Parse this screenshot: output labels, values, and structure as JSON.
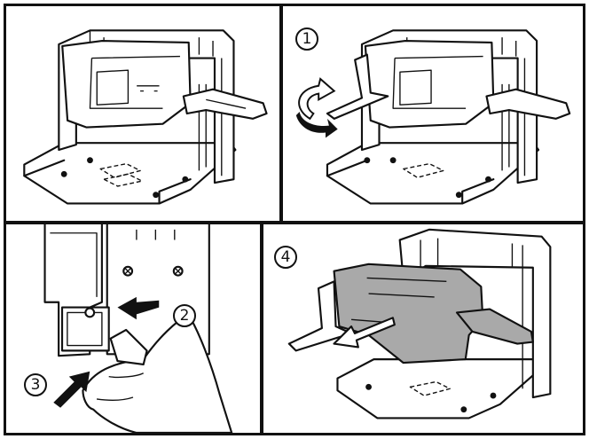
{
  "figure": {
    "panels": [
      {
        "id": "panel-1",
        "step_label": ""
      },
      {
        "id": "panel-2",
        "step_label": "1",
        "action": "rotate-lever"
      },
      {
        "id": "panel-3",
        "step_labels": [
          "2",
          "3"
        ],
        "action": "press-and-push"
      },
      {
        "id": "panel-4",
        "step_label": "4",
        "action": "pull-out-module"
      }
    ]
  },
  "colors": {
    "line": "#111111",
    "background": "#ffffff",
    "highlight": "#a9a9a9"
  },
  "icons": [
    "rotate-arrow-icon",
    "push-arrow-icon",
    "pull-arrow-icon",
    "hand-icon"
  ]
}
